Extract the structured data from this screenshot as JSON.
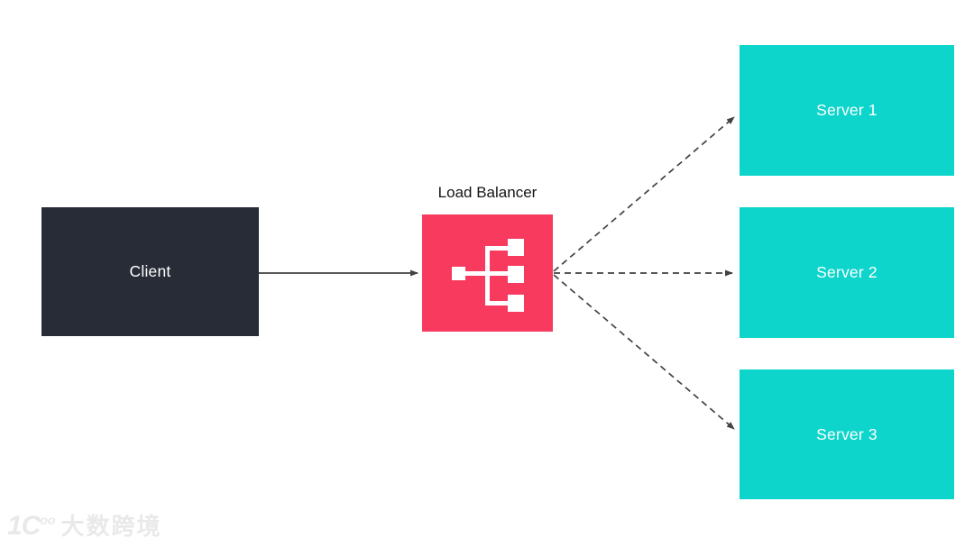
{
  "colors": {
    "page_bg": "#FFFFFF",
    "client_bg": "#272C37",
    "lb_bg": "#F83A5F",
    "server_bg": "#0DD5CB",
    "edge": "#424242",
    "node_label": "#FFFFFF",
    "title_label": "#141414",
    "watermark": "#E9E9E9"
  },
  "diagram": {
    "client": {
      "label": "Client"
    },
    "load_balancer": {
      "title": "Load Balancer",
      "icon": "load-balancer-tree-icon"
    },
    "servers": [
      {
        "label": "Server 1"
      },
      {
        "label": "Server 2"
      },
      {
        "label": "Server 3"
      }
    ],
    "edges": [
      {
        "from": "client",
        "to": "load-balancer",
        "style": "solid"
      },
      {
        "from": "load-balancer",
        "to": "server-1",
        "style": "dashed"
      },
      {
        "from": "load-balancer",
        "to": "server-2",
        "style": "dashed"
      },
      {
        "from": "load-balancer",
        "to": "server-3",
        "style": "dashed"
      }
    ]
  },
  "watermark": {
    "logo": "1C",
    "logo_sup": "oo",
    "text": "大数跨境"
  }
}
